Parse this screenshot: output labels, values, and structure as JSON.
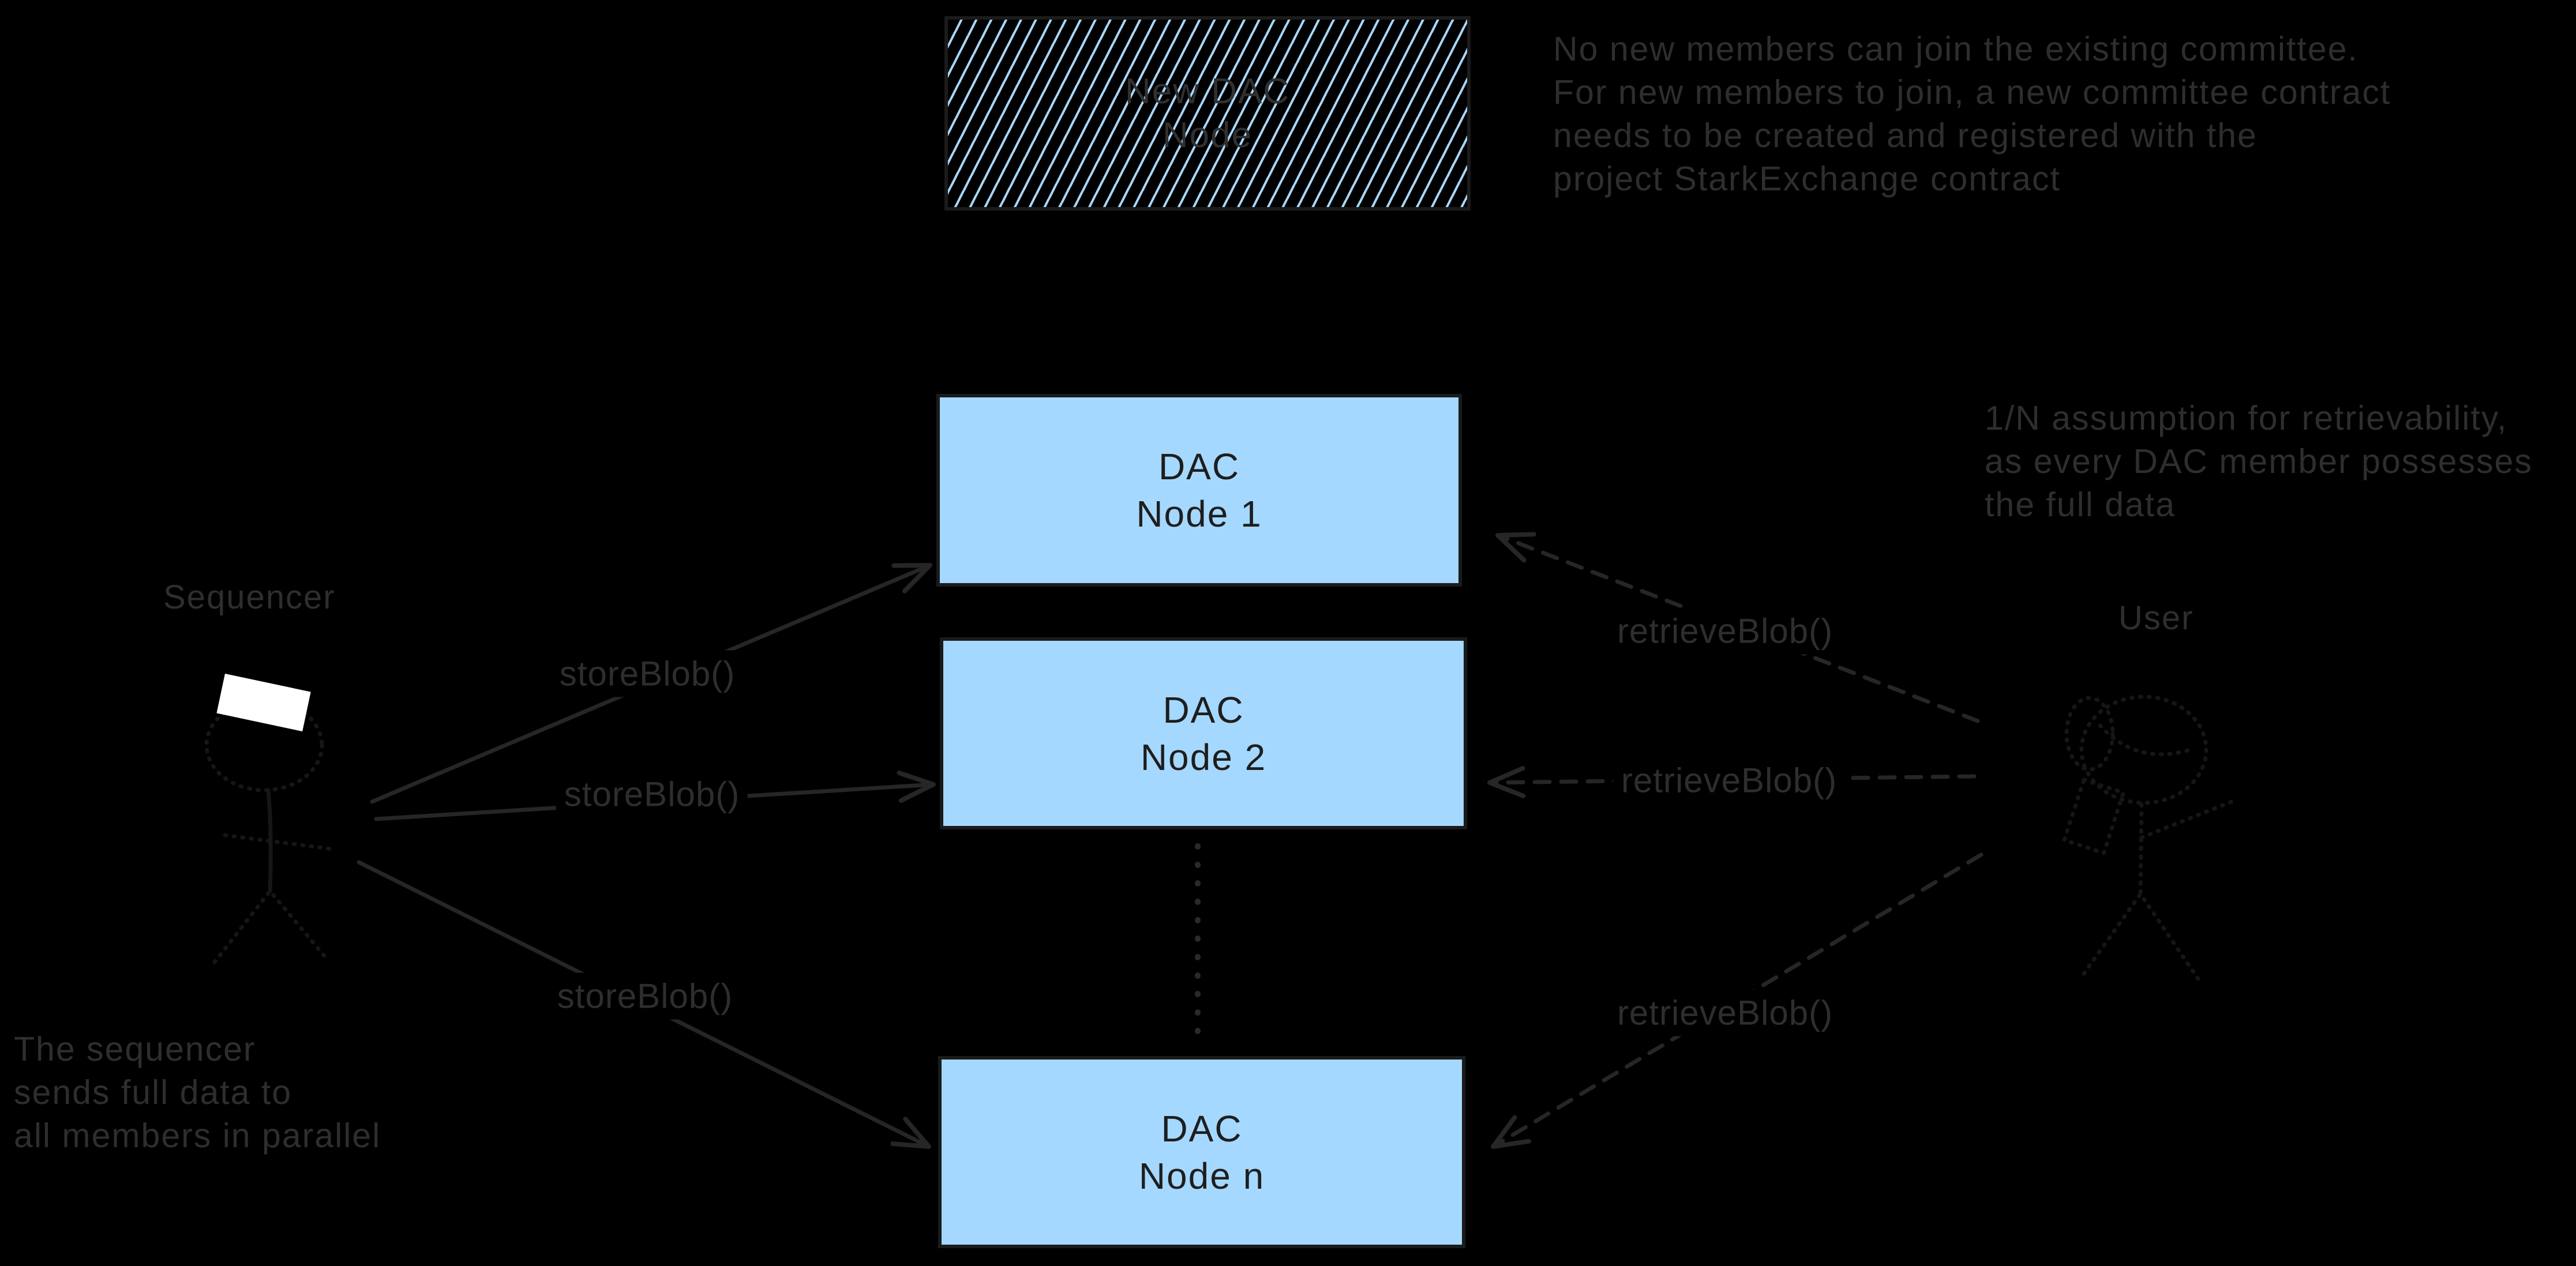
{
  "colors": {
    "background": "#000000",
    "node_fill": "#a5d8ff",
    "node_border": "#1b1b1b",
    "node_text": "#1e1e1e",
    "annotation_text": "#2e2e2e",
    "line_color": "#262626",
    "dotted_line": "#2a2a2a",
    "figure_stroke": "#161616",
    "white_accent": "#ffffff",
    "hatch_stripe": "#a9d7fb"
  },
  "diagram": {
    "new_dac_node": {
      "line1": "New DAC",
      "line2": "Node"
    },
    "nodes": [
      {
        "line1": "DAC",
        "line2": "Node 1"
      },
      {
        "line1": "DAC",
        "line2": "Node 2"
      },
      {
        "line1": "DAC",
        "line2": "Node n"
      }
    ],
    "actors": {
      "sequencer": "Sequencer",
      "user": "User"
    },
    "store_labels": [
      "storeBlob()",
      "storeBlob()",
      "storeBlob()"
    ],
    "retrieve_labels": [
      "retrieveBlob()",
      "retrieveBlob()",
      "retrieveBlob()"
    ],
    "notes": {
      "committee": [
        "No new members can join the existing committee.",
        "For new members to join, a new committee contract",
        "needs to be created and registered with the",
        "project StarkExchange contract"
      ],
      "retrievability": [
        "1/N assumption for retrievability,",
        "as every DAC member possesses",
        "the full data"
      ],
      "parallel": [
        "The sequencer",
        "sends full data to",
        "all members in parallel"
      ]
    }
  }
}
